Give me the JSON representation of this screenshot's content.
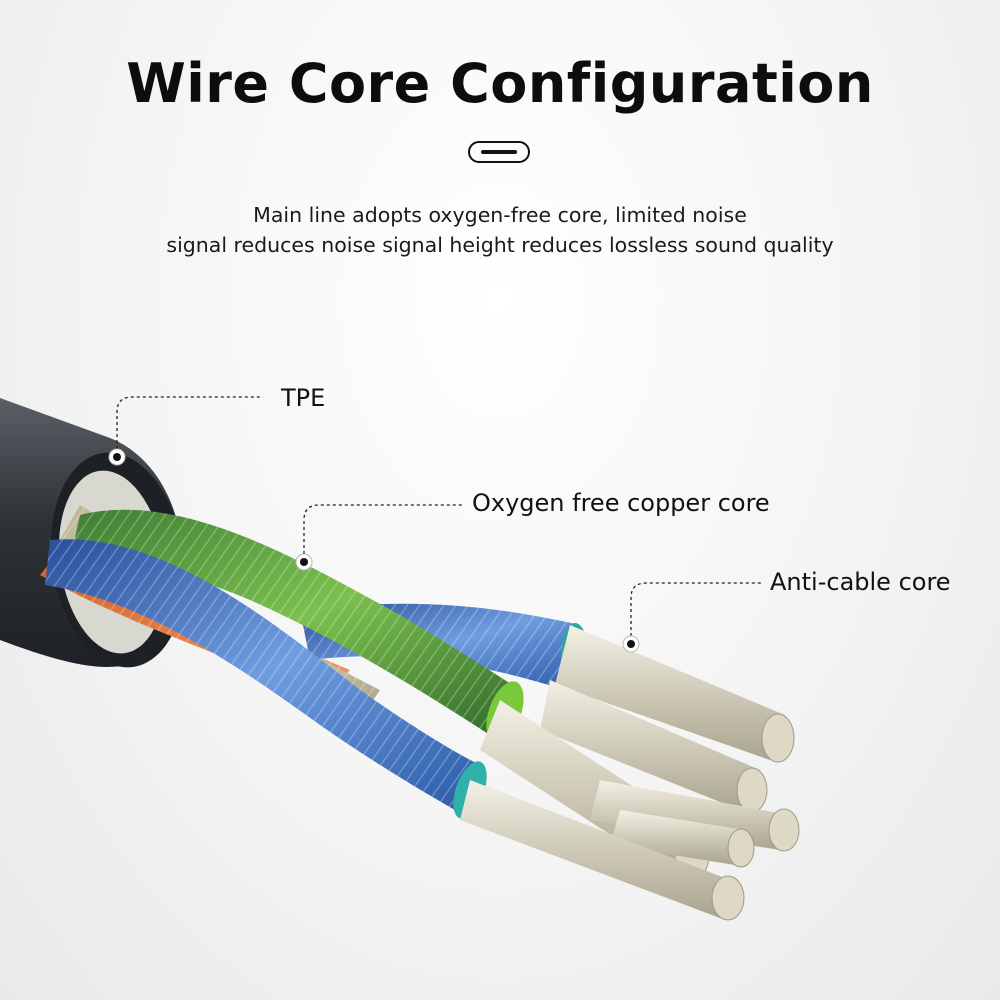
{
  "header": {
    "title": "Wire Core Configuration",
    "subtitle_line1": "Main line adopts oxygen-free core, limited noise",
    "subtitle_line2": "signal reduces noise signal height reduces lossless sound quality"
  },
  "callouts": {
    "tpe": "TPE",
    "copper_core": "Oxygen free copper core",
    "anti_cable": "Anti-cable core"
  },
  "icons": {
    "connector": "usb-c-connector-icon"
  }
}
